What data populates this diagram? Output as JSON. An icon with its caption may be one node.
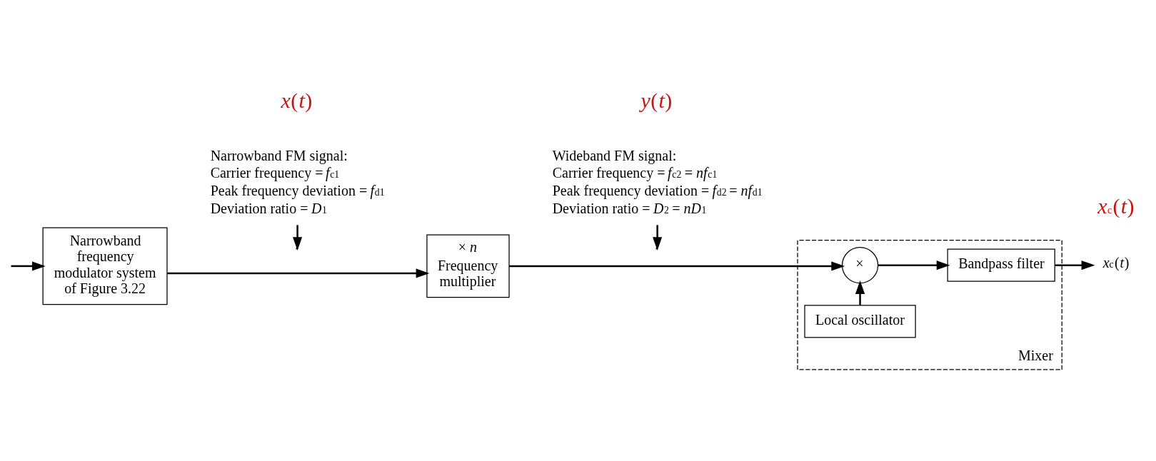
{
  "diagram": {
    "nodes": [
      {
        "text": [
          "Narrowband FM signal:",
          "Carrier frequency = *f*$_{c1}$",
          "Peak frequency deviation = *f*$_{d1}$",
          "Deviation ratio = *D*$_{1}$"
        ]
      },
      {
        "text": [
          "Wideband FM signal:",
          "Carrier frequency = *f*$_{c2}$ = *nf*$_{c1}$",
          "Peak frequency deviation = *f*$_{d2}$ = *nf*$_{d1}$",
          "Deviation ratio = *D*$_{2}$ = *nD*$_{1}$"
        ]
      },
      {
        "text": [
          "Narrowband frequency modulator system of Figure 3.22"
        ]
      },
      {
        "text": [
          "× *n*",
          "Frequency multiplier"
        ]
      },
      {
        "text": [
          "Mixer"
        ]
      },
      {
        "text": [
          "×"
        ],
        "in": 4
      },
      {
        "text": [
          "Bandpass filter"
        ],
        "in": 4
      },
      {
        "text": [
          "Local oscillator"
        ],
        "in": 4
      },
      {
        "text": [
          "*x*$_{c}$(*t*)"
        ]
      }
    ],
    "edges": [
      {
        "from": null,
        "to": 2,
        "arrow": "to"
      },
      {
        "from": 2,
        "to": 3,
        "arrow": "to"
      },
      {
        "from": 0,
        "to": null,
        "arrow": "to"
      },
      {
        "from": 3,
        "to": 5,
        "arrow": "to"
      },
      {
        "from": 1,
        "to": null,
        "arrow": "to"
      },
      {
        "from": 5,
        "to": 6,
        "arrow": "to"
      },
      {
        "from": 7,
        "to": 5,
        "arrow": "to"
      },
      {
        "from": 6,
        "to": 8,
        "arrow": "to"
      }
    ],
    "labels": [
      "*x*(*t*)",
      "*y*(*t*)",
      "*x*$_{c}$(*t*)"
    ]
  }
}
